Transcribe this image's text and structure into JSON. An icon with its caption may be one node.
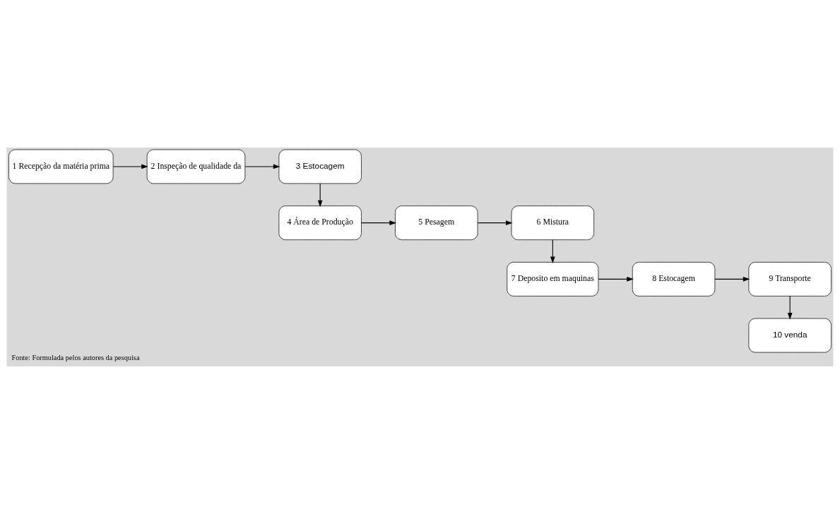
{
  "diagram": {
    "caption": "Fonte: Formulada pelos autores da pesquisa",
    "nodes": [
      {
        "text": [
          "1 Recepção da matéria prima"
        ]
      },
      {
        "text": [
          "2 Inspeção de qualidade da"
        ]
      },
      {
        "text": [
          "3 Estocagem"
        ]
      },
      {
        "text": [
          "4 Área de Produção"
        ]
      },
      {
        "text": [
          "5 Pesagem"
        ]
      },
      {
        "text": [
          "6 Mistura"
        ]
      },
      {
        "text": [
          "7 Deposito em maquinas"
        ]
      },
      {
        "text": [
          "8 Estocagem"
        ]
      },
      {
        "text": [
          "9 Transporte"
        ]
      },
      {
        "text": [
          "10 venda"
        ]
      }
    ],
    "edges": [
      {
        "from": 0,
        "to": 1,
        "arrow": "to"
      },
      {
        "from": 1,
        "to": 2,
        "arrow": "to"
      },
      {
        "from": 2,
        "to": 3,
        "arrow": "to"
      },
      {
        "from": 3,
        "to": 4,
        "arrow": "to"
      },
      {
        "from": 4,
        "to": 5,
        "arrow": "to"
      },
      {
        "from": 5,
        "to": 6,
        "arrow": "to"
      },
      {
        "from": 6,
        "to": 7,
        "arrow": "to"
      },
      {
        "from": 7,
        "to": 8,
        "arrow": "to"
      },
      {
        "from": 8,
        "to": 9,
        "arrow": "to"
      }
    ]
  }
}
